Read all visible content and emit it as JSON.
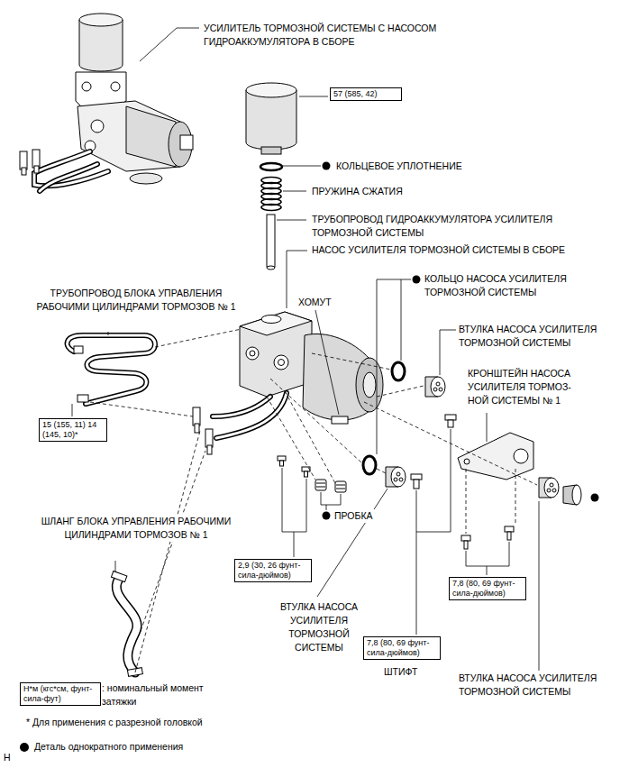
{
  "diagram": {
    "nodes": [
      {
        "text": [
          "57 (585, 42)"
        ]
      },
      {
        "text": [
          "15 (155, 11) 14 (145, 10)*"
        ]
      },
      {
        "text": [
          "2,9 (30, 26 фунт-сила-дюймов)"
        ]
      },
      {
        "text": [
          "7,8 (80, 69 фунт-сила-дюймов)"
        ]
      },
      {
        "text": [
          "7,8 (80, 69 фунт-сила-дюймов)"
        ]
      },
      {
        "text": [
          "Н*м (кгс*см, фунт-сила-фут)"
        ]
      }
    ],
    "labels": [
      "УСИЛИТЕЛЬ ТОРМОЗНОЙ СИСТЕМЫ С НАСОСОМ ГИДРОАККУМУЛЯТОРА В СБОРЕ",
      "КОЛЬЦЕВОЕ УПЛОТНЕНИЕ",
      "ПРУЖИНА СЖАТИЯ",
      "ТРУБОПРОВОД ГИДРОАККУМУЛЯТОРА УСИЛИТЕЛЯ ТОРМОЗНОЙ СИСТЕМЫ",
      "НАСОС УСИЛИТЕЛЯ ТОРМОЗНОЙ СИСТЕМЫ В СБОРЕ",
      "КОЛЬЦО НАСОСА УСИЛИТЕЛЯ ТОРМОЗНОЙ СИСТЕМЫ",
      "ХОМУТ",
      "ТРУБОПРОВОД БЛОКА УПРАВЛЕНИЯ РАБОЧИМИ ЦИЛИНДРАМИ ТОРМОЗОВ № 1",
      "ВТУЛКА НАСОСА УСИЛИТЕЛЯ ТОРМОЗНОЙ СИСТЕМЫ",
      "КРОНШТЕЙН НАСОСА УСИЛИТЕЛЯ ТОРМОЗ- НОЙ СИСТЕМЫ № 1",
      "ПРОБКА",
      "ШЛАНГ БЛОКА УПРАВЛЕНИЯ РАБОЧИМИ ЦИЛИНДРАМИ ТОРМОЗОВ № 1",
      "ВТУЛКА НАСОСА УСИЛИТЕЛЯ ТОРМОЗНОЙ СИСТЕМЫ",
      "ШТИФТ",
      "ВТУЛКА НАСОСА УСИЛИТЕЛЯ ТОРМОЗНОЙ СИСТЕМЫ",
      ": номинальный момент затяжки",
      "* Для применения с разрезной головкой",
      "H"
    ],
    "legend": [
      {
        "text": "Деталь однократного применения"
      }
    ]
  }
}
